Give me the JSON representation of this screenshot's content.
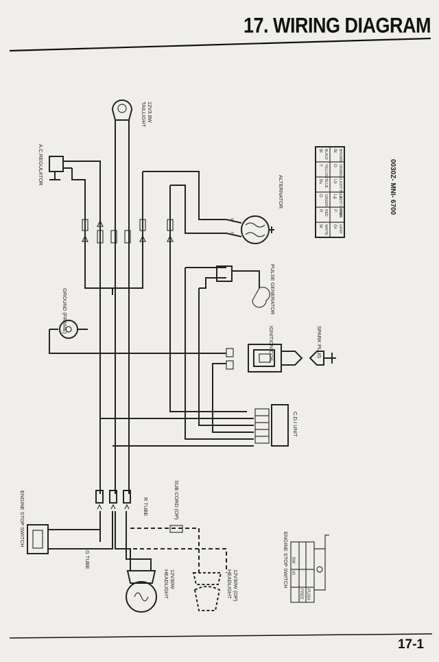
{
  "header": {
    "title": "17. WIRING DIAGRAM"
  },
  "footer": {
    "page_number": "17-1"
  },
  "doc_code": "0030Z- MNI- 6700",
  "components": {
    "tail_light": "TAILLIGHT",
    "tail_light_spec": "12V3.8W",
    "ac_regulator": "A.C.REGULATOR",
    "alternator": "ALTERNATOR",
    "pulse_generator": "PULSE GENERATOR",
    "ground": "GROUND (FRAME)",
    "ignition_coil": "IGNITION COIL",
    "spark_plug": "SPARK PLUG",
    "cdi_unit": "C.D.I UNIT",
    "engine_stop_switch": "ENGINE STOP SWITCH",
    "g_tube": "G TUBE",
    "r_tube": "R TUBE",
    "sub_cord": "SUB CORD (OP)",
    "headlight": "HEADLIGHT",
    "headlight_spec": "12V30W",
    "headlight_op": "HEADLIGHT",
    "headlight_op_spec": "12V30W (OP)",
    "switch_table_title": "ENGINE STOP SWITCH",
    "switch_free": "FREE",
    "switch_push": "PUSH",
    "switch_ig": "IG",
    "switch_bw": "BW"
  },
  "color_legend": [
    {
      "code": "BI",
      "name": "BLACK"
    },
    {
      "code": "Y",
      "name": "YELLOW"
    },
    {
      "code": "Bu",
      "name": "BLUE"
    },
    {
      "code": "G",
      "name": "GREEN"
    },
    {
      "code": "R",
      "name": "RED"
    },
    {
      "code": "W",
      "name": "WHITE"
    },
    {
      "code": "Br",
      "name": "BROWN"
    },
    {
      "code": "O",
      "name": "ORANGE"
    },
    {
      "code": "Lb",
      "name": "LIGHT BLUE"
    },
    {
      "code": "Lg",
      "name": "LIGHT GREEN"
    },
    {
      "code": "P",
      "name": "PINK"
    },
    {
      "code": "Gr",
      "name": "GRAY"
    }
  ]
}
